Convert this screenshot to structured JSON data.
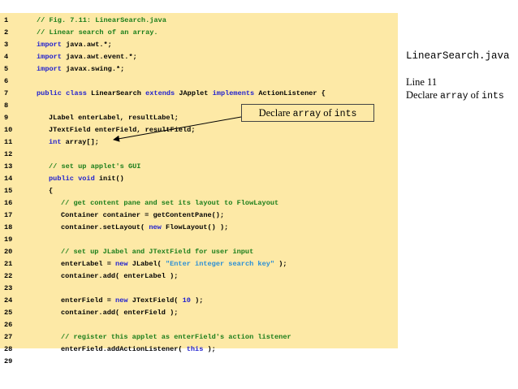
{
  "code_lines": [
    {
      "n": "1",
      "indent": 0,
      "tokens": [
        {
          "t": "// Fig. 7.11: LinearSearch.java",
          "c": "comment"
        }
      ]
    },
    {
      "n": "2",
      "indent": 0,
      "tokens": [
        {
          "t": "// Linear search of an array.",
          "c": "comment"
        }
      ]
    },
    {
      "n": "3",
      "indent": 0,
      "tokens": [
        {
          "t": "import",
          "c": "kw"
        },
        {
          "t": " java.awt.*;",
          "c": "plain"
        }
      ]
    },
    {
      "n": "4",
      "indent": 0,
      "tokens": [
        {
          "t": "import",
          "c": "kw"
        },
        {
          "t": " java.awt.event.*;",
          "c": "plain"
        }
      ]
    },
    {
      "n": "5",
      "indent": 0,
      "tokens": [
        {
          "t": "import",
          "c": "kw"
        },
        {
          "t": " javax.swing.*;",
          "c": "plain"
        }
      ]
    },
    {
      "n": "6",
      "indent": 0,
      "tokens": []
    },
    {
      "n": "7",
      "indent": 0,
      "tokens": [
        {
          "t": "public class",
          "c": "kw"
        },
        {
          "t": " LinearSearch ",
          "c": "plain"
        },
        {
          "t": "extends",
          "c": "kw"
        },
        {
          "t": " JApplet ",
          "c": "plain"
        },
        {
          "t": "implements",
          "c": "kw"
        },
        {
          "t": " ActionListener {",
          "c": "plain"
        }
      ]
    },
    {
      "n": "8",
      "indent": 0,
      "tokens": []
    },
    {
      "n": "9",
      "indent": 1,
      "tokens": [
        {
          "t": "JLabel enterLabel, resultLabel;",
          "c": "plain"
        }
      ]
    },
    {
      "n": "10",
      "indent": 1,
      "tokens": [
        {
          "t": "JTextField enterField, resultField;",
          "c": "plain"
        }
      ]
    },
    {
      "n": "11",
      "indent": 1,
      "tokens": [
        {
          "t": "int",
          "c": "kw"
        },
        {
          "t": " array[];",
          "c": "plain"
        }
      ]
    },
    {
      "n": "12",
      "indent": 0,
      "tokens": []
    },
    {
      "n": "13",
      "indent": 1,
      "tokens": [
        {
          "t": "// set up applet's GUI",
          "c": "comment"
        }
      ]
    },
    {
      "n": "14",
      "indent": 1,
      "tokens": [
        {
          "t": "public void",
          "c": "kw"
        },
        {
          "t": " init()",
          "c": "plain"
        }
      ]
    },
    {
      "n": "15",
      "indent": 1,
      "tokens": [
        {
          "t": "{",
          "c": "plain"
        }
      ]
    },
    {
      "n": "16",
      "indent": 2,
      "tokens": [
        {
          "t": "// get content pane and set its layout to FlowLayout",
          "c": "comment"
        }
      ]
    },
    {
      "n": "17",
      "indent": 2,
      "tokens": [
        {
          "t": "Container container = getContentPane();",
          "c": "plain"
        }
      ]
    },
    {
      "n": "18",
      "indent": 2,
      "tokens": [
        {
          "t": "container.setLayout( ",
          "c": "plain"
        },
        {
          "t": "new",
          "c": "kw"
        },
        {
          "t": " FlowLayout() );",
          "c": "plain"
        }
      ]
    },
    {
      "n": "19",
      "indent": 0,
      "tokens": []
    },
    {
      "n": "20",
      "indent": 2,
      "tokens": [
        {
          "t": "// set up JLabel and JTextField for user input",
          "c": "comment"
        }
      ]
    },
    {
      "n": "21",
      "indent": 2,
      "tokens": [
        {
          "t": "enterLabel = ",
          "c": "plain"
        },
        {
          "t": "new",
          "c": "kw"
        },
        {
          "t": " JLabel( ",
          "c": "plain"
        },
        {
          "t": "\"Enter integer search key\"",
          "c": "str"
        },
        {
          "t": " );",
          "c": "plain"
        }
      ]
    },
    {
      "n": "22",
      "indent": 2,
      "tokens": [
        {
          "t": "container.add( enterLabel );",
          "c": "plain"
        }
      ]
    },
    {
      "n": "23",
      "indent": 0,
      "tokens": []
    },
    {
      "n": "24",
      "indent": 2,
      "tokens": [
        {
          "t": "enterField = ",
          "c": "plain"
        },
        {
          "t": "new",
          "c": "kw"
        },
        {
          "t": " JTextField( ",
          "c": "plain"
        },
        {
          "t": "10",
          "c": "num"
        },
        {
          "t": " );",
          "c": "plain"
        }
      ]
    },
    {
      "n": "25",
      "indent": 2,
      "tokens": [
        {
          "t": "container.add( enterField );",
          "c": "plain"
        }
      ]
    },
    {
      "n": "26",
      "indent": 0,
      "tokens": []
    },
    {
      "n": "27",
      "indent": 2,
      "tokens": [
        {
          "t": "// register this applet as enterField's action listener",
          "c": "comment"
        }
      ]
    },
    {
      "n": "28",
      "indent": 2,
      "tokens": [
        {
          "t": "enterField.addActionListener( ",
          "c": "plain"
        },
        {
          "t": "this",
          "c": "kw"
        },
        {
          "t": " );",
          "c": "plain"
        }
      ]
    },
    {
      "n": "29",
      "indent": 0,
      "tokens": []
    }
  ],
  "callout": {
    "pre": "Declare ",
    "mono": "array",
    "mid": " of ",
    "mono2": "ints"
  },
  "side": {
    "title": "LinearSearch.java",
    "line_label": "Line 11",
    "desc_pre": "Declare ",
    "desc_mono": "array",
    "desc_mid": " of ",
    "desc_mono2": "ints"
  },
  "colors": {
    "panel_bg": "#fde9a6",
    "comment": "#1a7d1a",
    "keyword": "#1f1fcf",
    "string": "#2b8fd6"
  }
}
